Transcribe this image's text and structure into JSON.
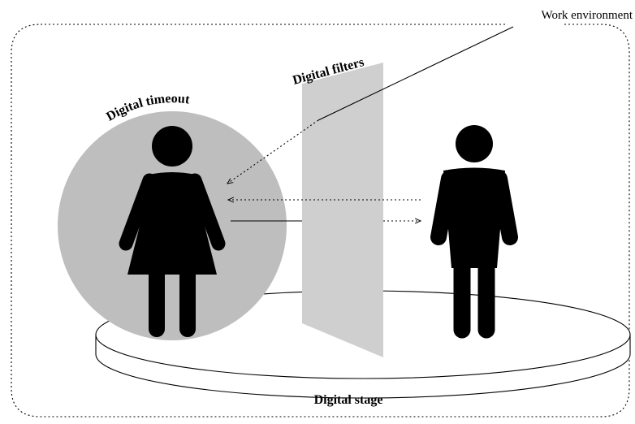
{
  "labels": {
    "work_environment": "Work environment",
    "digital_filters": "Digital filters",
    "digital_timeout": "Digital timeout",
    "digital_stage": "Digital stage"
  },
  "colors": {
    "circle_fill": "#bebebe",
    "filter_fill": "#cfcfcf",
    "stage_fill": "#ffffff",
    "figure_fill": "#000000",
    "outline": "#000000"
  },
  "icons": {
    "female": "female-person-icon",
    "male": "male-person-icon"
  }
}
